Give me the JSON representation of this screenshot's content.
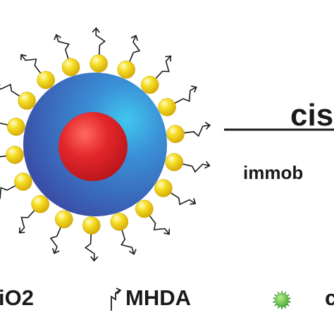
{
  "diagram": {
    "arrow_label_top": "cis",
    "arrow_label_bottom": "immob",
    "legend": {
      "sio2_label": "iO2",
      "mhda_label": "MHDA",
      "drug_label": "c"
    }
  },
  "colors": {
    "core": "#e3262b",
    "shell": "#3a57b0",
    "shell_highlight": "#41c7ee",
    "ligand_bead": "#f2d100",
    "drug_star": "#3fae2a",
    "line": "#1a1a1a"
  },
  "icons": {
    "mhda": "zigzag-arrow-icon",
    "drug": "green-star-icon"
  }
}
